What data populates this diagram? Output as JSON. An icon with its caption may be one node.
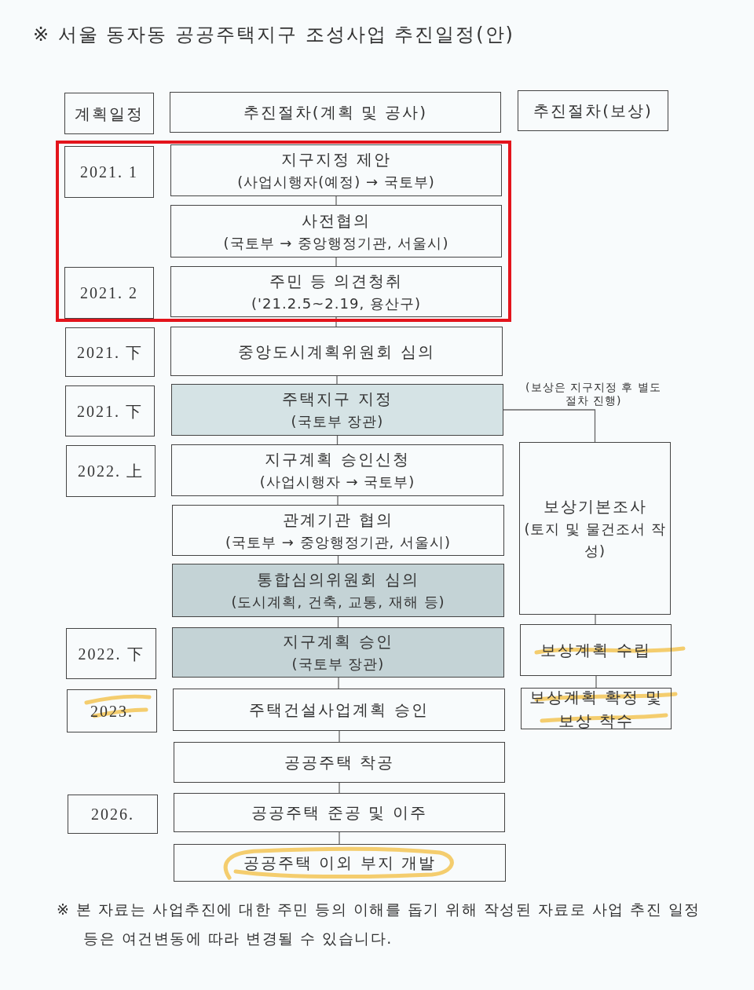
{
  "diagram": {
    "title": "※ 서울 동자동 공공주택지구 조성사업 추진일정(안)",
    "nodes": [
      {
        "text": [
          "계획일정"
        ]
      },
      {
        "text": [
          "추진절차(계획 및 공사)"
        ]
      },
      {
        "text": [
          "추진절차(보상)"
        ]
      },
      {
        "text": [
          "2021. 1"
        ]
      },
      {
        "text": [
          "지구지정 제안",
          "(사업시행자(예정) → 국토부)"
        ]
      },
      {
        "text": [
          "사전협의",
          "(국토부 → 중앙행정기관, 서울시)"
        ]
      },
      {
        "text": [
          "2021. 2"
        ]
      },
      {
        "text": [
          "주민 등 의견청취",
          "('21.2.5~2.19, 용산구)"
        ]
      },
      {
        "text": [
          "2021. 下"
        ]
      },
      {
        "text": [
          "중앙도시계획위원회 심의"
        ]
      },
      {
        "text": [
          "2021. 下"
        ]
      },
      {
        "text": [
          "주택지구 지정",
          "(국토부 장관)"
        ]
      },
      {
        "text": [
          "2022. 上"
        ]
      },
      {
        "text": [
          "지구계획 승인신청",
          "(사업시행자 → 국토부)"
        ]
      },
      {
        "text": [
          "보상기본조사",
          "(토지 및 물건조서 작성)"
        ]
      },
      {
        "text": [
          "관계기관 협의",
          "(국토부 → 중앙행정기관, 서울시)"
        ]
      },
      {
        "text": [
          "통합심의위원회 심의",
          "(도시계획, 건축, 교통, 재해 등)"
        ]
      },
      {
        "text": [
          "2022. 下"
        ]
      },
      {
        "text": [
          "지구계획 승인",
          "(국토부 장관)"
        ]
      },
      {
        "text": [
          "보상계획 수립"
        ]
      },
      {
        "text": [
          "2023."
        ]
      },
      {
        "text": [
          "주택건설사업계획 승인"
        ]
      },
      {
        "text": [
          "보상계획 확정 및 보상 착수"
        ]
      },
      {
        "text": [
          "공공주택 착공"
        ]
      },
      {
        "text": [
          "2026."
        ]
      },
      {
        "text": [
          "공공주택 준공 및 이주"
        ]
      },
      {
        "text": [
          "공공주택 이외 부지 개발"
        ]
      }
    ],
    "edges": [
      {
        "from": 4,
        "to": 5,
        "arrow": "none"
      },
      {
        "from": 5,
        "to": 7,
        "arrow": "none"
      },
      {
        "from": 7,
        "to": 9,
        "arrow": "none"
      },
      {
        "from": 9,
        "to": 11,
        "arrow": "none"
      },
      {
        "from": 11,
        "to": 13,
        "arrow": "none"
      },
      {
        "from": 11,
        "to": 14,
        "arrow": "none",
        "label": "(보상은 지구지정 후 별도 절차 진행)"
      },
      {
        "from": 13,
        "to": 15,
        "arrow": "none"
      },
      {
        "from": 15,
        "to": 16,
        "arrow": "none"
      },
      {
        "from": 16,
        "to": 18,
        "arrow": "none"
      },
      {
        "from": 14,
        "to": 19,
        "arrow": "none"
      },
      {
        "from": 18,
        "to": 21,
        "arrow": "none"
      },
      {
        "from": 19,
        "to": 22,
        "arrow": "none"
      },
      {
        "from": 21,
        "to": 23,
        "arrow": "none"
      },
      {
        "from": 23,
        "to": 25,
        "arrow": "none"
      },
      {
        "from": 25,
        "to": 26,
        "arrow": "none"
      }
    ],
    "labels": [
      "※ 본 자료는 사업추진에 대한 주민 등의 이해를 돕기 위해 작성된 자료로 사업 추진 일정 등은 여건변동에 따라 변경될 수 있습니다."
    ]
  }
}
